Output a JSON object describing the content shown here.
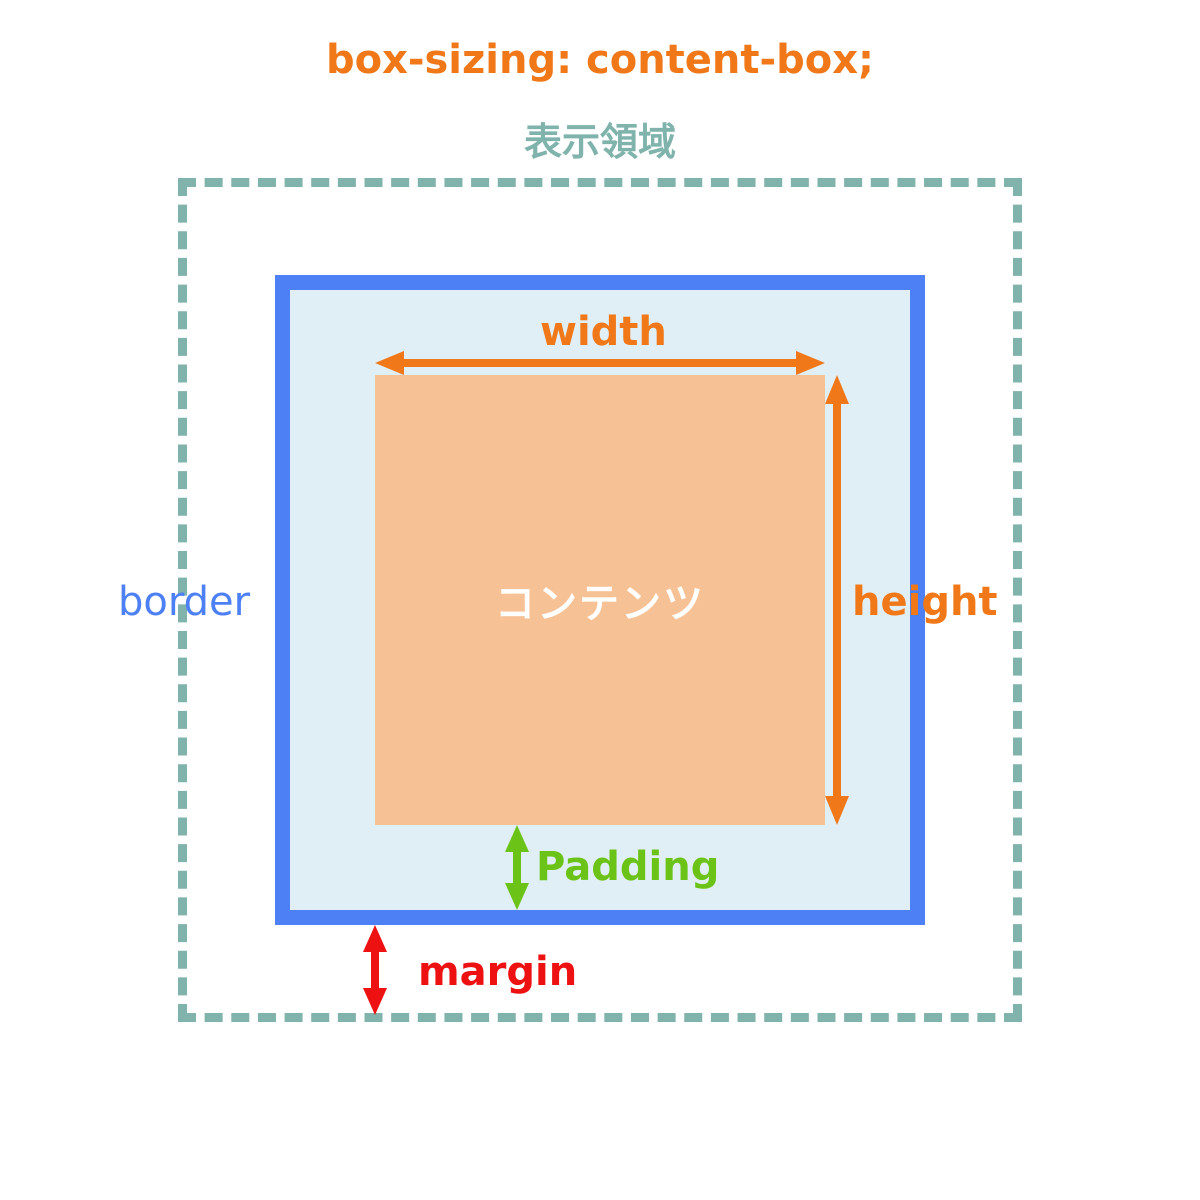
{
  "title": "box-sizing: content-box;",
  "display_area_label": "表示領域",
  "content_label": "コンテンツ",
  "labels": {
    "width": "width",
    "height": "height",
    "border": "border",
    "padding": "Padding",
    "margin": "margin"
  },
  "colors": {
    "title": "#f07818",
    "display_area": "#7fb3ab",
    "border": "#4d80f5",
    "padding_fill": "#e0eef5",
    "content_fill": "#f7c196",
    "content_text": "#ffffff",
    "width_height": "#f07818",
    "padding_arrow": "#6cc318",
    "margin_arrow": "#ee1111"
  }
}
